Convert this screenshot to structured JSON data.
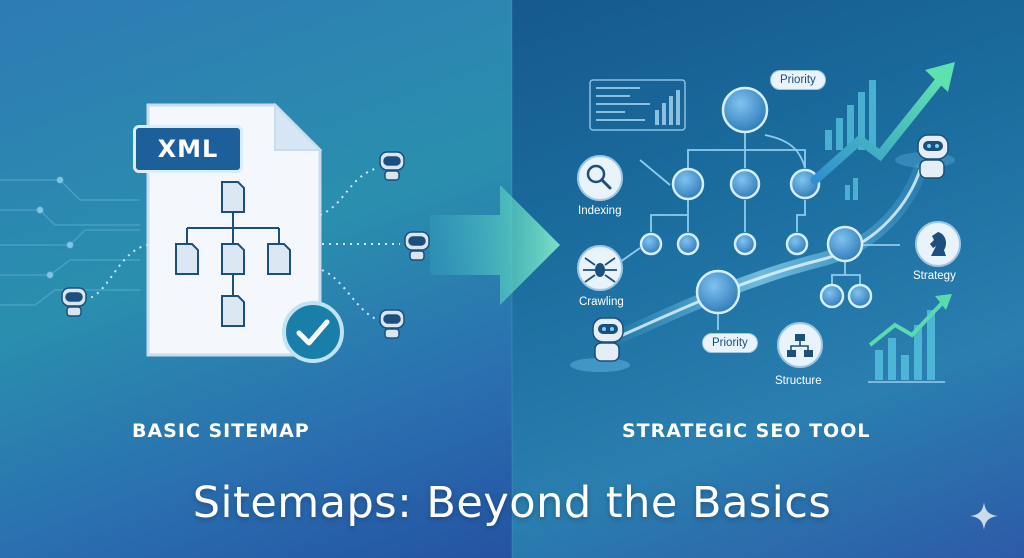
{
  "left": {
    "badge": "XML",
    "caption": "BASIC SITEMAP"
  },
  "right": {
    "caption": "STRATEGIC SEO TOOL",
    "labels": {
      "priority_top": "Priority",
      "indexing": "Indexing",
      "crawling": "Crawling",
      "priority_bottom": "Priority",
      "structure": "Structure",
      "strategy": "Strategy"
    }
  },
  "title": "Sitemaps: Beyond the Basics",
  "colors": {
    "accent_green": "#5fe0b0",
    "node_blue": "#5aa9dc",
    "check_teal": "#1a7fa8"
  },
  "icons": [
    "document-icon",
    "check-icon",
    "robot-icon",
    "magnifier-icon",
    "spider-icon",
    "chess-knight-icon",
    "hierarchy-icon",
    "sparkle-icon",
    "arrow-icon",
    "bar-chart-icon"
  ]
}
